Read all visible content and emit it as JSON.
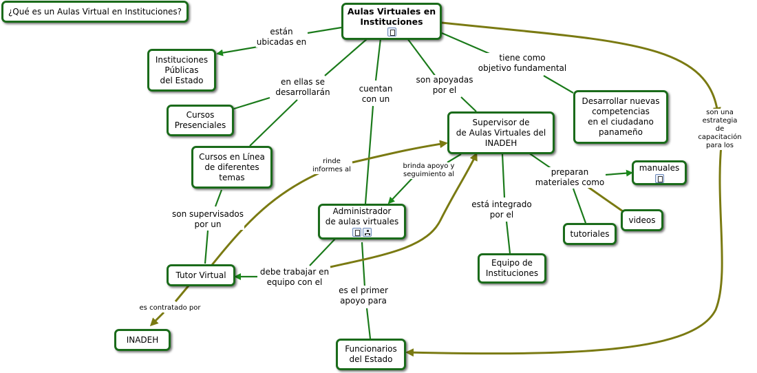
{
  "colors": {
    "green": "#1a6b1a",
    "olive": "#7a7a12"
  },
  "nodes": {
    "question": "¿Qué es un Aulas Virtual en Instituciones?",
    "root": "Aulas Virtuales en\nInstituciones",
    "instituciones": "Instituciones\nPúblicas\ndel Estado",
    "cursos_presenciales": "Cursos\nPresenciales",
    "cursos_linea": "Cursos en Línea\nde diferentes\ntemas",
    "tutor": "Tutor Virtual",
    "inadeh": "INADEH",
    "administrador": "Administrador\nde aulas virtuales",
    "funcionarios": "Funcionarios\ndel Estado",
    "supervisor": "Supervisor de\nde Aulas Virtuales del\nINADEH",
    "equipo": "Equipo de\nInstituciones",
    "desarrollar": "Desarrollar nuevas\ncompetencias\nen el ciudadano\npanameño",
    "manuales": "manuales",
    "videos": "videos",
    "tutoriales": "tutoriales"
  },
  "links": {
    "estan_ubicadas": "están\nubicadas en",
    "en_ellas": "en ellas se\ndesarrollarán",
    "cuentan": "cuentan\ncon un",
    "apoyadas": "son apoyadas\npor el",
    "objetivo": "tiene como\nobjetivo fundamental",
    "estrategia": "son una estrategia\nde capacitación\npara los",
    "rinde": "rinde\ninformes al",
    "brinda": "brinda apoyo y\nseguimiento al",
    "preparan": "preparan\nmateriales como",
    "supervisados": "son supervisados\npor un",
    "integrado": "está integrado\npor el",
    "trabajar": "debe trabajar en\nequipo con el",
    "contratado": "es contratado por",
    "primer_apoyo": "es el primer\napoyo para"
  },
  "icons": {
    "root": [
      "document-icon"
    ],
    "administrador": [
      "document-icon",
      "concept-map-icon"
    ],
    "manuales": [
      "document-icon"
    ]
  }
}
